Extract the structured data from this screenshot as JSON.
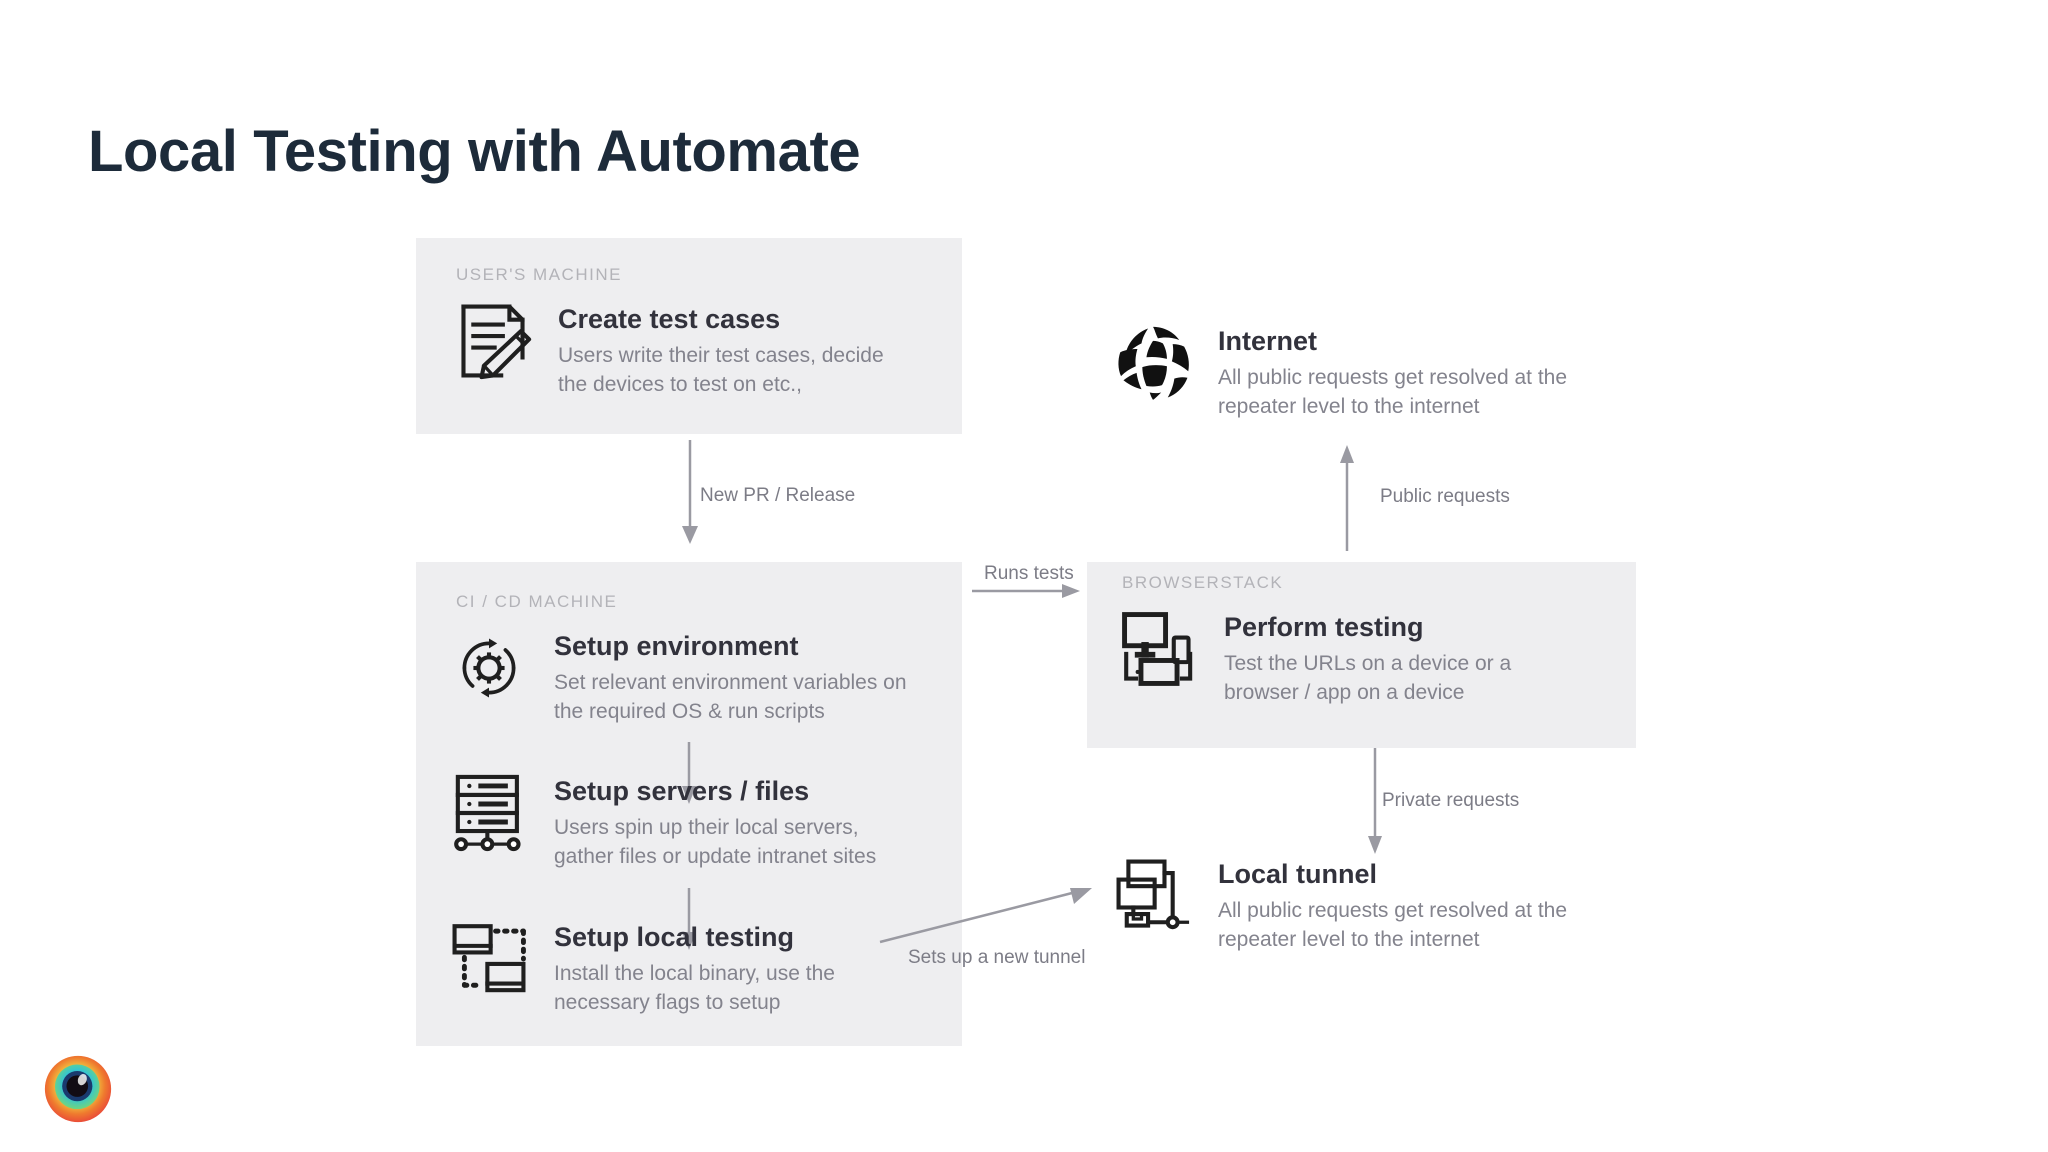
{
  "top_bar": {
    "gradient_from": "#0d8ee8",
    "gradient_to": "#323b46"
  },
  "title": "Local Testing with Automate",
  "title_color": "#1d2b3a",
  "panels": [
    {
      "key": "users_machine",
      "label": "USER'S MACHINE",
      "bg": "#eeeef0"
    },
    {
      "key": "ci_cd_machine",
      "label": "CI / CD MACHINE",
      "bg": "#eeeef0"
    },
    {
      "key": "browserstack",
      "label": "BROWSERSTACK",
      "bg": "#eeeef0"
    }
  ],
  "nodes": {
    "create_test_cases": {
      "icon": "document-pencil-icon",
      "title": "Create test cases",
      "desc": "Users write their test cases, decide\nthe devices to test on etc.,"
    },
    "setup_environment": {
      "icon": "gear-refresh-icon",
      "title": "Setup environment",
      "desc": "Set relevant environment variables on\nthe required OS & run scripts"
    },
    "setup_servers_files": {
      "icon": "server-rack-icon",
      "title": "Setup servers / files",
      "desc": "Users spin up their local servers,\ngather files or update intranet sites"
    },
    "setup_local_testing": {
      "icon": "two-screens-dotted-link-icon",
      "title": "Setup local testing",
      "desc": "Install the local binary, use the\nnecessary flags to setup"
    },
    "internet": {
      "icon": "globe-icon",
      "title": "Internet",
      "desc": "All public requests get resolved at the\nrepeater level to the internet"
    },
    "perform_testing": {
      "icon": "monitor-phone-tablet-icon",
      "title": "Perform testing",
      "desc": "Test the URLs on a device or a\nbrowser / app on a device"
    },
    "local_tunnel": {
      "icon": "tunnel-windows-icon",
      "title": "Local tunnel",
      "desc": "All public requests get resolved at the\nrepeater level to the internet"
    }
  },
  "flows": {
    "new_pr_release": "New PR / Release",
    "runs_tests": "Runs tests",
    "public_requests": "Public requests",
    "private_requests": "Private requests",
    "sets_up_a_new_tunnel": "Sets up a new tunnel"
  },
  "logo": {
    "name": "colorful-eye-logo"
  },
  "colors": {
    "panel_bg": "#eeeef0",
    "node_title": "#32323c",
    "node_desc": "#83838d",
    "panel_label": "#b3b3b8",
    "arrow": "#9a9aa2",
    "icon_stroke": "#1f1f1f"
  }
}
